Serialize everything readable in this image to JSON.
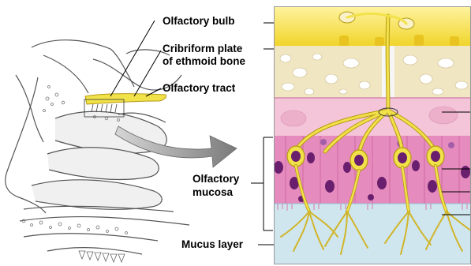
{
  "labels": {
    "olfactory_bulb": "Olfactory bulb",
    "cribriform_line1": "Cribriform plate",
    "cribriform_line2": "of ethmoid bone",
    "olfactory_tract": "Olfactory tract",
    "mucosa_line1": "Olfactory",
    "mucosa_line2": "mucosa",
    "mucus_layer": "Mucus layer"
  },
  "colors": {
    "nerve_yellow": "#f2e24a",
    "nerve_outline": "#b59a12",
    "bone": "#f1e6c2",
    "bone_pore": "#ffffff",
    "lamina": "#f2c5da",
    "epithelium": "#e68abd",
    "nucleus": "#6a1f6e",
    "mucus": "#cce6f0",
    "arrow_gray": "#8a8a8a"
  }
}
